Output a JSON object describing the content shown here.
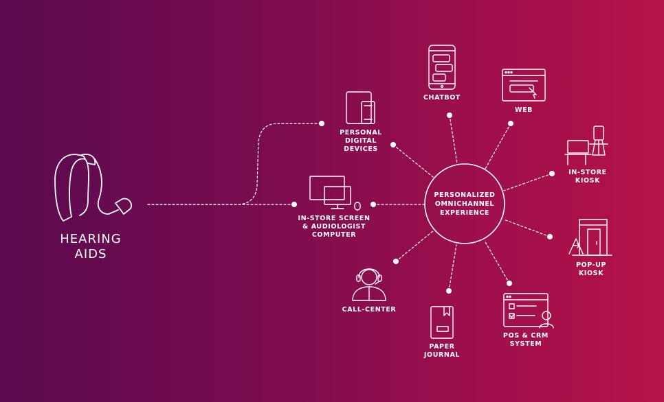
{
  "main_product": "HEARING\nAIDS",
  "center": "PERSONALIZED\nOMNICHANNEL\nEXPERIENCE",
  "channels": {
    "chatbot": "CHATBOT",
    "web": "WEB",
    "personal_devices": "PERSONAL\nDIGITAL\nDEVICES",
    "in_store_kiosk": "IN-STORE\nKIOSK",
    "in_store_screen": "IN-STORE SCREEN\n& AUDIOLOGIST\nCOMPUTER",
    "pop_up_kiosk": "POP-UP\nKIOSK",
    "call_center": "CALL-CENTER",
    "paper_journal": "PAPER\nJOURNAL",
    "pos_crm": "POS & CRM\nSYSTEM"
  },
  "colors": {
    "gradient_start": "#5a0a4f",
    "gradient_end": "#b5124a",
    "foreground": "#ffffff"
  }
}
